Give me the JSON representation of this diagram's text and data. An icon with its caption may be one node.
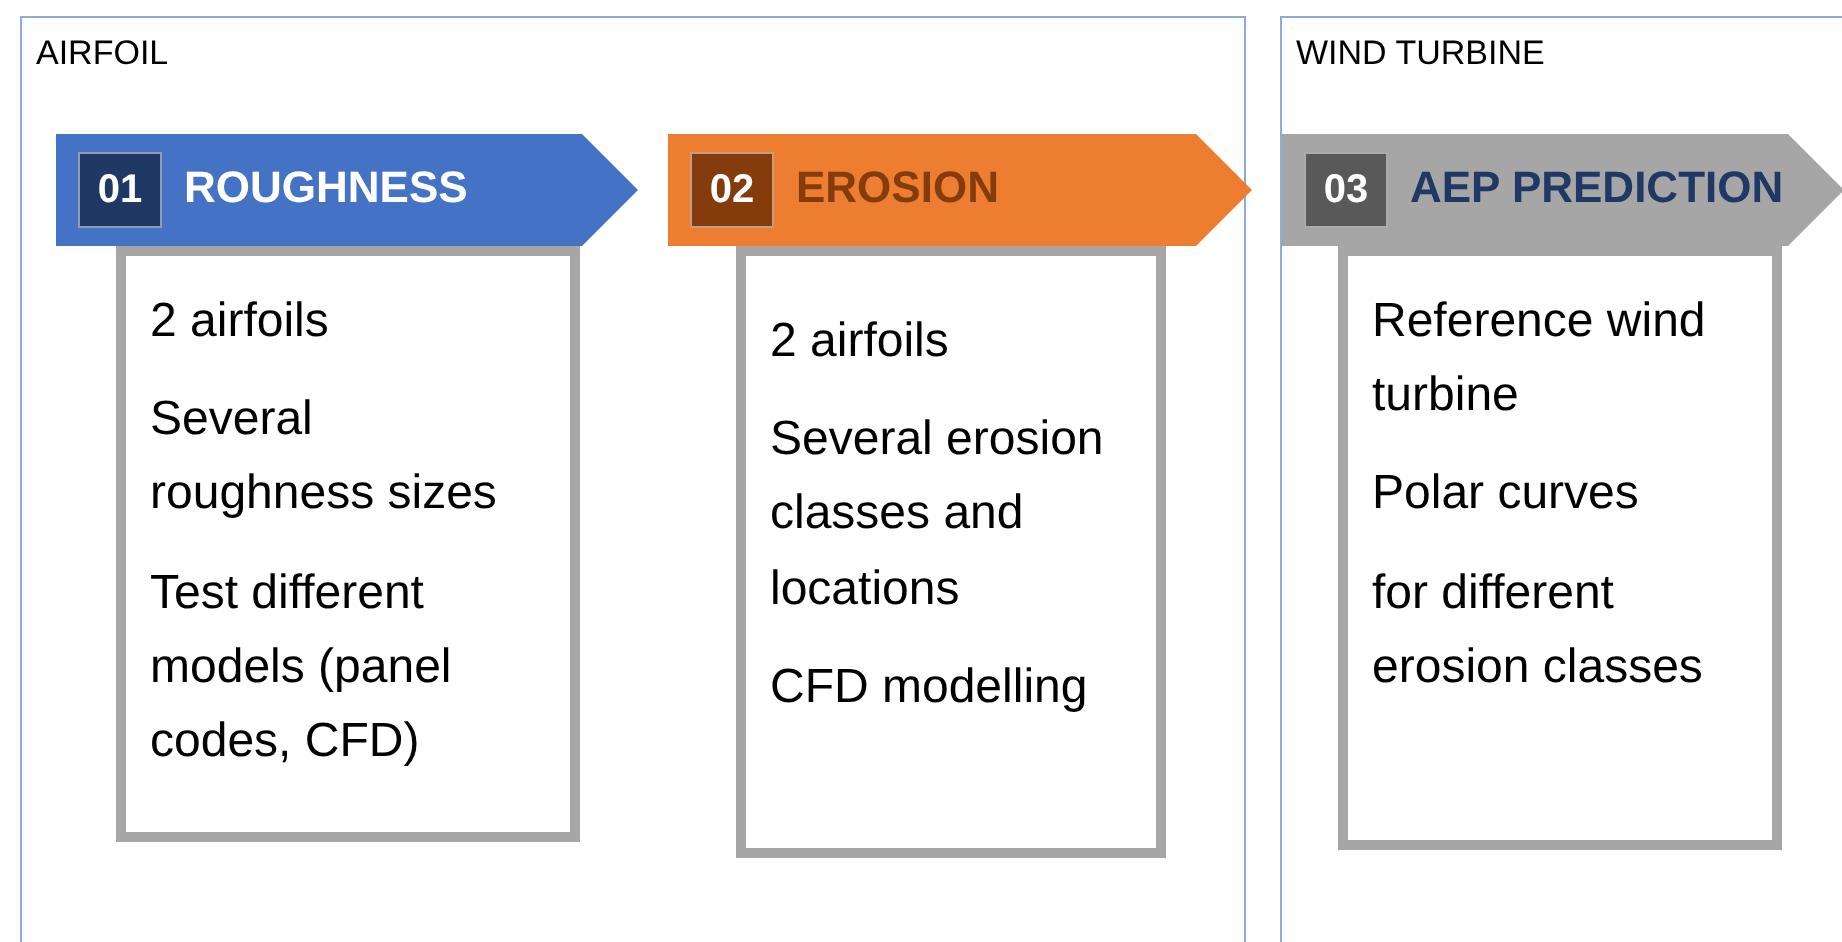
{
  "diagram": {
    "nodes": [
      {
        "text": [
          "AIRFOIL"
        ]
      },
      {
        "text": [
          "01",
          "ROUGHNESS"
        ],
        "in": 0
      },
      {
        "text": [
          "2 airfoils",
          "Several roughness sizes",
          "Test different models (panel codes, CFD)"
        ],
        "in": 0
      },
      {
        "text": [
          "02",
          "EROSION"
        ],
        "in": 0
      },
      {
        "text": [
          "2 airfoils",
          "Several erosion classes and locations",
          "CFD modelling"
        ],
        "in": 0
      },
      {
        "text": [
          "WIND TURBINE"
        ]
      },
      {
        "text": [
          "03",
          "AEP PREDICTION"
        ],
        "in": 5
      },
      {
        "text": [
          "Reference  wind turbine",
          "Polar curves",
          "for different erosion classes"
        ],
        "in": 5
      }
    ],
    "edges": []
  }
}
